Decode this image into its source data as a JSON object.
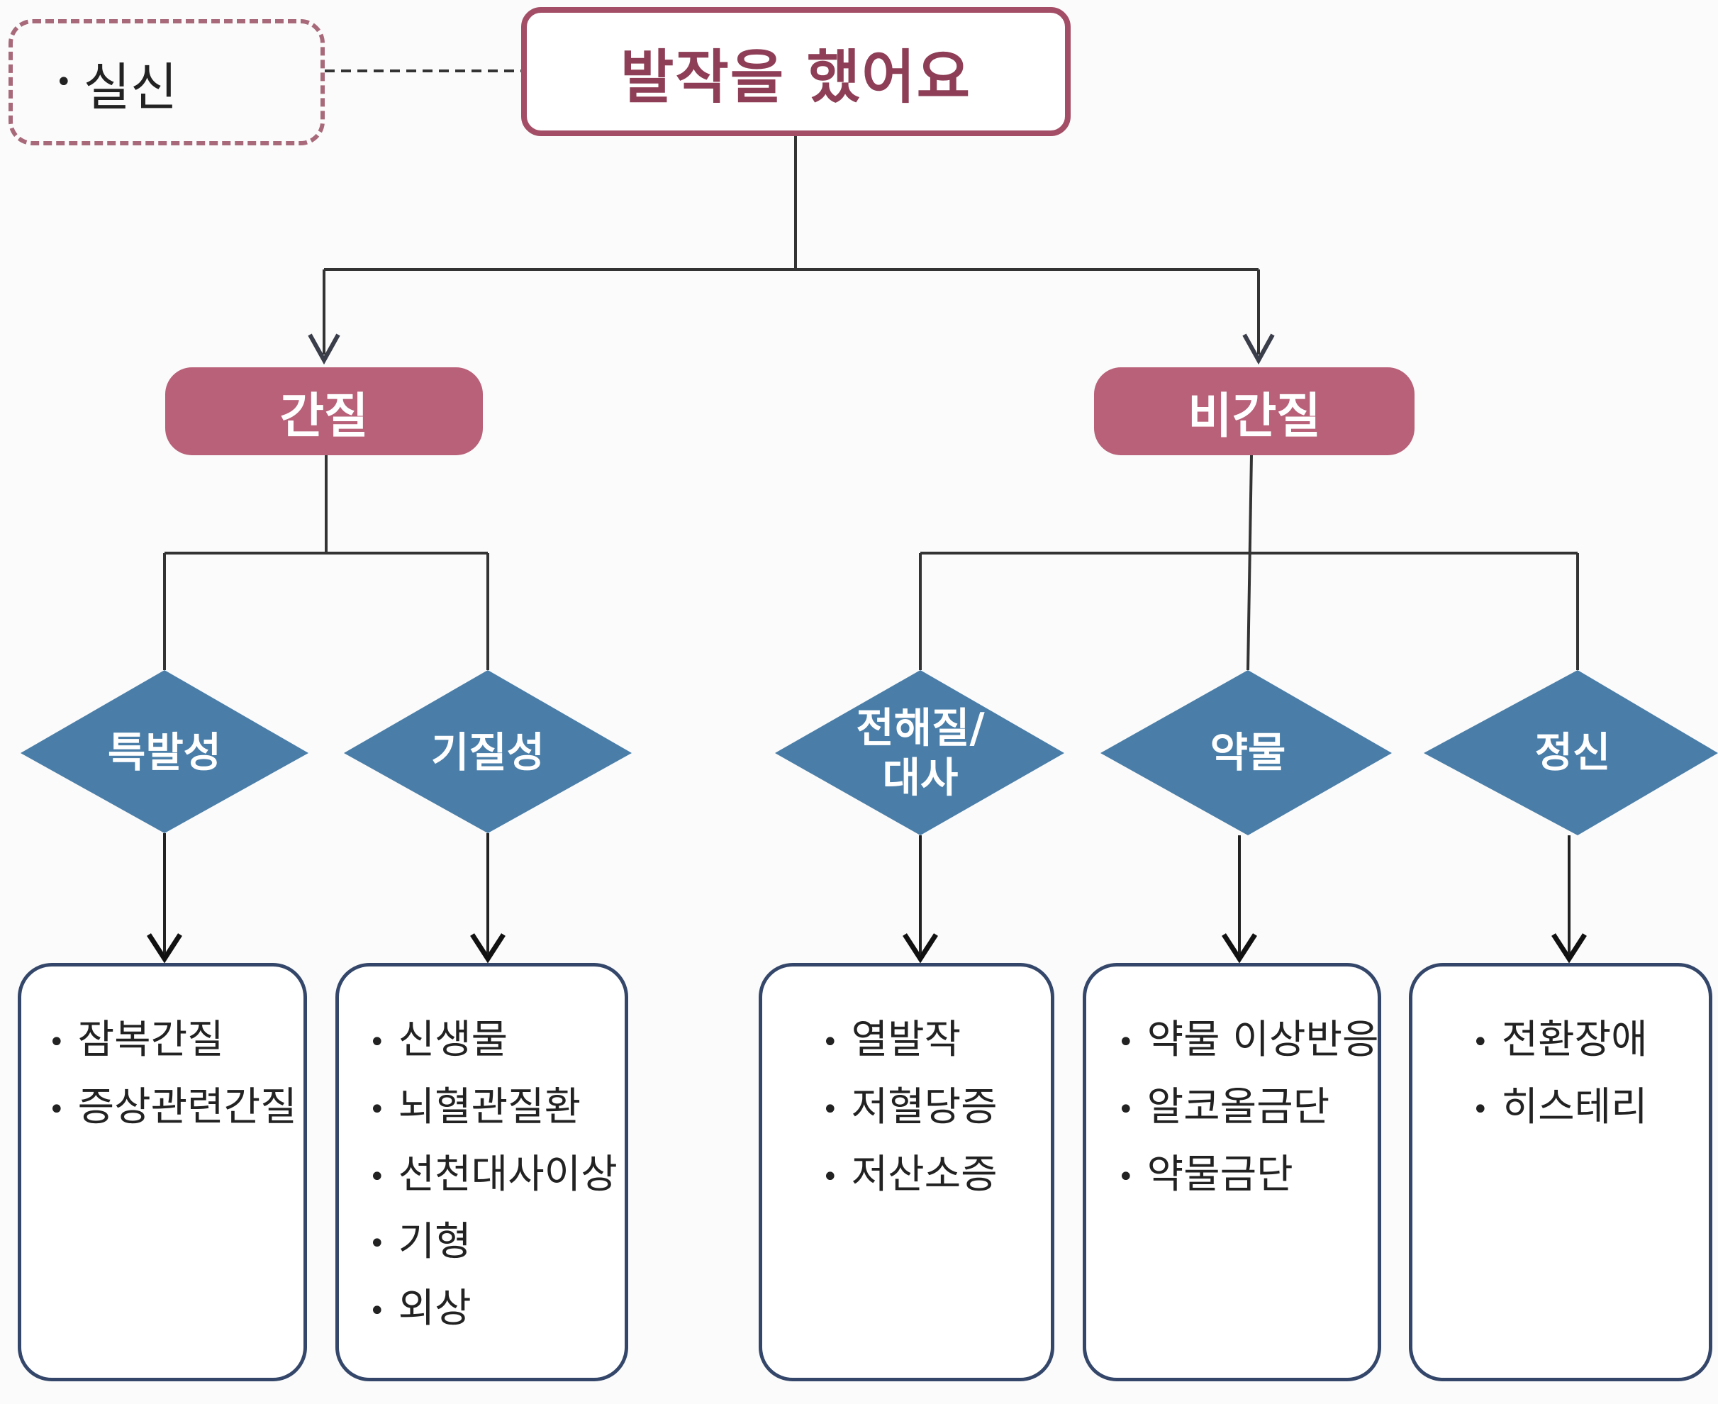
{
  "root": {
    "label": "발작을 했어요"
  },
  "side_note": {
    "items": [
      "실신"
    ]
  },
  "categories": [
    {
      "label": "간질"
    },
    {
      "label": "비간질"
    }
  ],
  "subtypes": [
    {
      "label": "특발성",
      "items": [
        "잠복간질",
        "증상관련간질"
      ]
    },
    {
      "label": "기질성",
      "items": [
        "신생물",
        "뇌혈관질환",
        "선천대사이상",
        "기형",
        "외상"
      ]
    },
    {
      "label_line1": "전해질/",
      "label_line2": "대사",
      "items": [
        "열발작",
        "저혈당증",
        "저산소증"
      ]
    },
    {
      "label": "약물",
      "items": [
        "약물 이상반응",
        "알코올금단",
        "약물금단"
      ]
    },
    {
      "label": "정신",
      "items": [
        "전환장애",
        "히스테리"
      ]
    }
  ],
  "colors": {
    "root_border": "#a34e66",
    "category_fill": "#b86179",
    "diamond_fill": "#4a7ea8",
    "leaf_border": "#34476a",
    "connector": "#333333"
  }
}
